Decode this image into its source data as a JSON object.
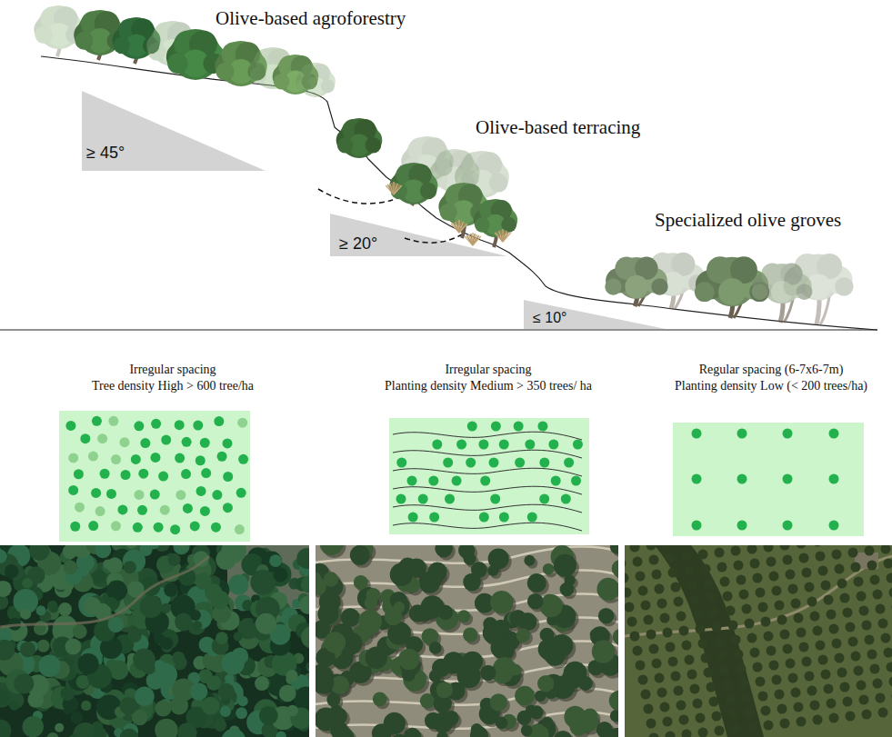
{
  "diagram": {
    "labels": [
      "Olive-based agroforestry",
      "≥ 45°",
      "Olive-based terracing",
      "≥ 20°",
      "Specialized olive groves",
      "≤ 10°",
      "Irregular spacing",
      "Tree density High > 600 tree/ha",
      "Irregular spacing",
      "Planting density Medium > 350 trees/ ha",
      "Regular spacing (6-7x6-7m)",
      "Planting density Low (< 200 trees/ha)"
    ]
  }
}
